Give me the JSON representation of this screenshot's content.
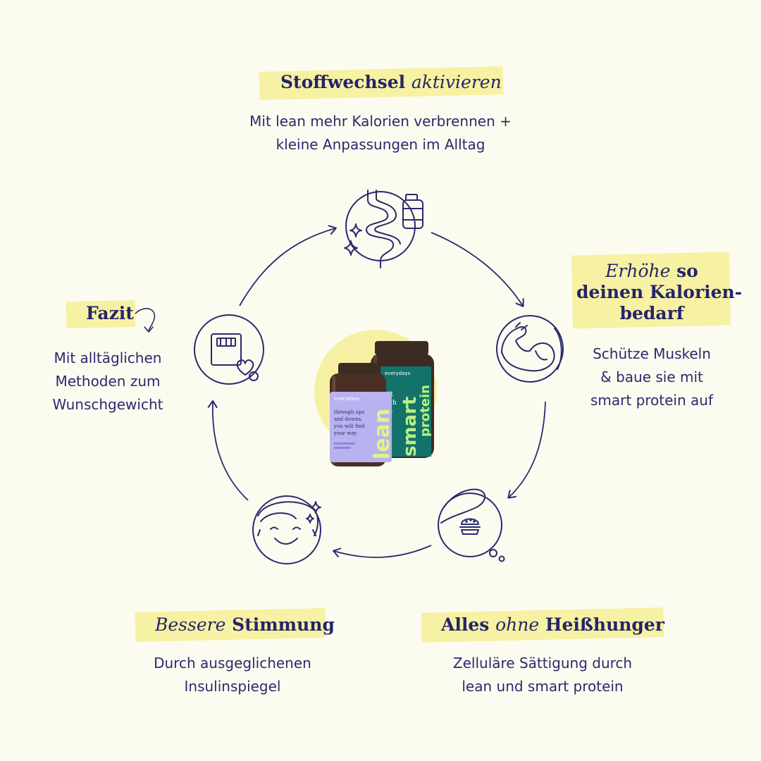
{
  "top": {
    "title_bold": "Stoffwechsel",
    "title_italic": "aktivieren",
    "lines": [
      "Mit lean mehr Kalorien verbrennen +",
      "kleine Anpassungen im Alltag"
    ]
  },
  "right": {
    "title_italic": "Erhöhe",
    "title_bold_1": "so",
    "title_bold_2": "deinen Kalorien-",
    "title_bold_3": "bedarf",
    "lines": [
      "Schütze Muskeln",
      "& baue sie mit",
      "smart protein auf"
    ]
  },
  "bottom_right": {
    "title_bold_1": "Alles",
    "title_italic": "ohne",
    "title_bold_2": "Heißhunger",
    "lines": [
      "Zelluläre Sättigung durch",
      "lean und smart protein"
    ]
  },
  "bottom_left": {
    "title_italic": "Bessere",
    "title_bold": "Stimmung",
    "lines": [
      "Durch ausgeglichenen",
      "Insulinspiegel"
    ]
  },
  "left": {
    "title_bold": "Fazit",
    "lines": [
      "Mit alltäglichen",
      "Methoden zum",
      "Wunschgewicht"
    ]
  },
  "products": {
    "lean": {
      "brand": "everydays",
      "name": "lean",
      "tagline": [
        "through ups",
        "and downs,",
        "you will find",
        "your way"
      ],
      "color": "#b9b2f0"
    },
    "protein": {
      "brand": "everydays",
      "name_1": "smart",
      "name_2": "protein",
      "tagline": [
        "n't",
        "uch",
        "he"
      ],
      "color": "#13736a"
    }
  },
  "icons": [
    "intestine-icon",
    "supplement-bottle-icon",
    "sparkle-icon",
    "flexed-arm-icon",
    "burger-icon",
    "smiling-face-icon",
    "scale-icon",
    "heart-icon"
  ],
  "colors": {
    "background": "#fcfbf0",
    "ink": "#2a2a6e",
    "highlight": "#f7f1a3",
    "lean_label": "#b9b2f0",
    "protein_label": "#13736a",
    "protein_text": "#b9ef86",
    "sun": "#f6f0a4"
  }
}
